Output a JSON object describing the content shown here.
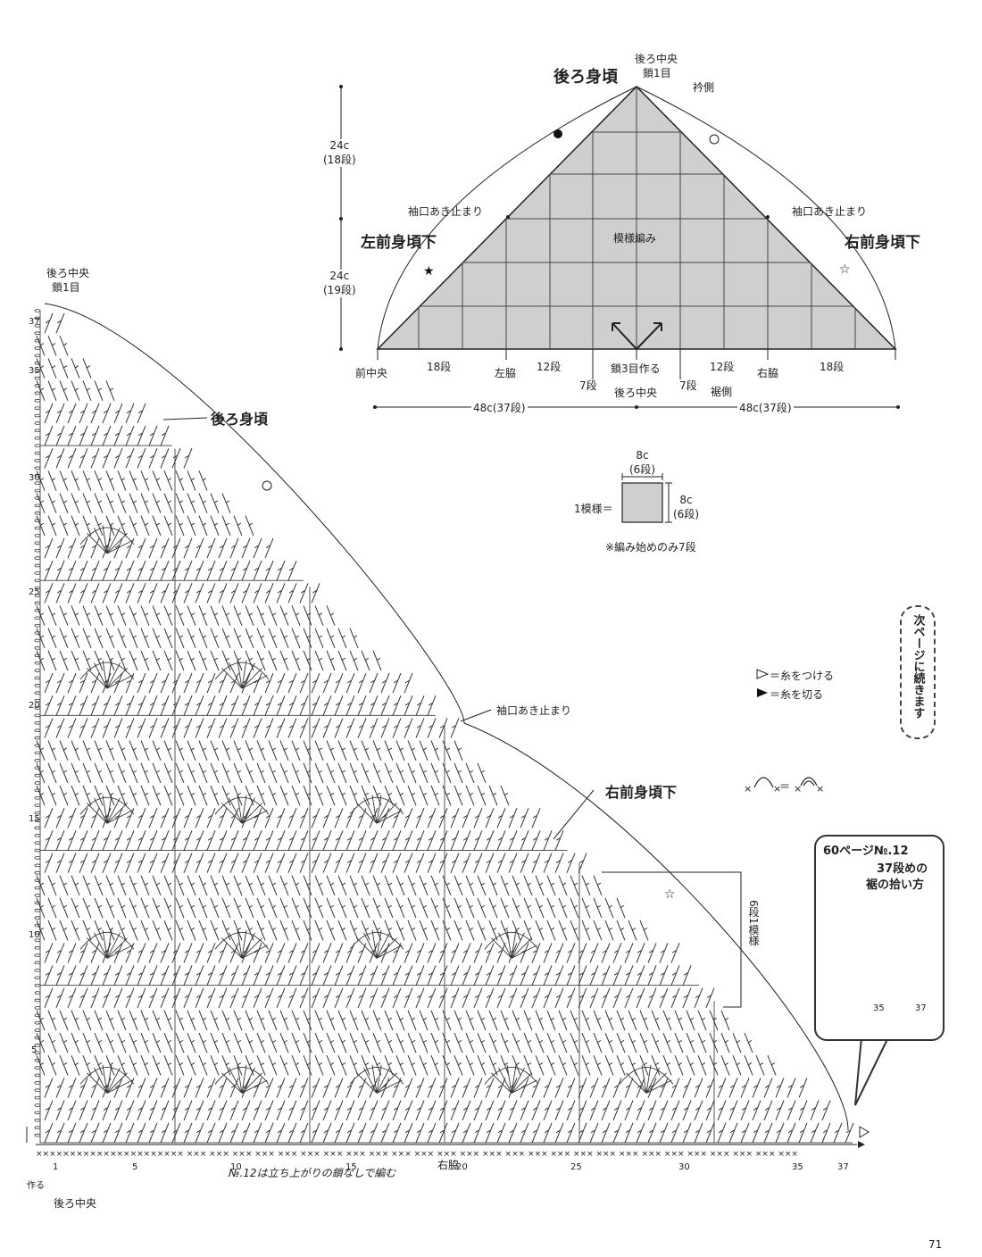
{
  "schematic": {
    "top_center_label": "後ろ中央",
    "top_chain_label": "鎖1目",
    "collar_side": "衿側",
    "back_body": "後ろ身頃",
    "left_front": "左前身頃下",
    "right_front": "右前身頃下",
    "sleeve_left": "袖口あき止まり",
    "sleeve_right": "袖口あき止まり",
    "pattern": "模様編み",
    "height_upper": "24c\n(18段)",
    "height_lower": "24c\n(19段)",
    "front_center": "前中央",
    "rows_18_left": "18段",
    "left_side": "左脇",
    "rows_12_left": "12段",
    "rows_7_left": "7段",
    "chain_start": "鎖3目作る",
    "back_center_bottom": "後ろ中央",
    "rows_7_right": "7段",
    "rows_12_right": "12段",
    "right_side": "右脇",
    "rows_18_right": "18段",
    "hem_side": "裾側",
    "width_left": "48c(37段)",
    "width_right": "48c(37段)"
  },
  "gauge": {
    "top": "8c\n(6段)",
    "right": "8c\n(6段)",
    "label": "1模様＝",
    "note": "※編み始めのみ7段"
  },
  "legend": {
    "attach": "＝糸をつける",
    "cut": "＝糸を切る",
    "equals": "＝"
  },
  "continue_note": "次ページに続きます",
  "chart": {
    "top_label1": "後ろ中央",
    "top_label2": "鎖1目",
    "back_body": "後ろ身頃",
    "sleeve": "袖口あき止まり",
    "right_front": "右前身頃下",
    "repeat": "6段1模様",
    "row_numbers": [
      "37",
      "35",
      "30",
      "25",
      "20",
      "15",
      "10",
      "5"
    ],
    "stitch_numbers": [
      "1",
      "5",
      "10",
      "15",
      "20",
      "25",
      "30",
      "35",
      "37"
    ],
    "start_label": "作る",
    "back_center": "後ろ中央",
    "note": "№.12は立ち上がりの鎖なしで編む",
    "right_side": "右脇"
  },
  "callout": {
    "title": "60ページ№.12",
    "line2": "37段めの",
    "line3": "裾の拾い方",
    "n1": "35",
    "n2": "37"
  },
  "page_number": "71",
  "colors": {
    "fill": "#cfcfcf",
    "ink": "#222222"
  }
}
